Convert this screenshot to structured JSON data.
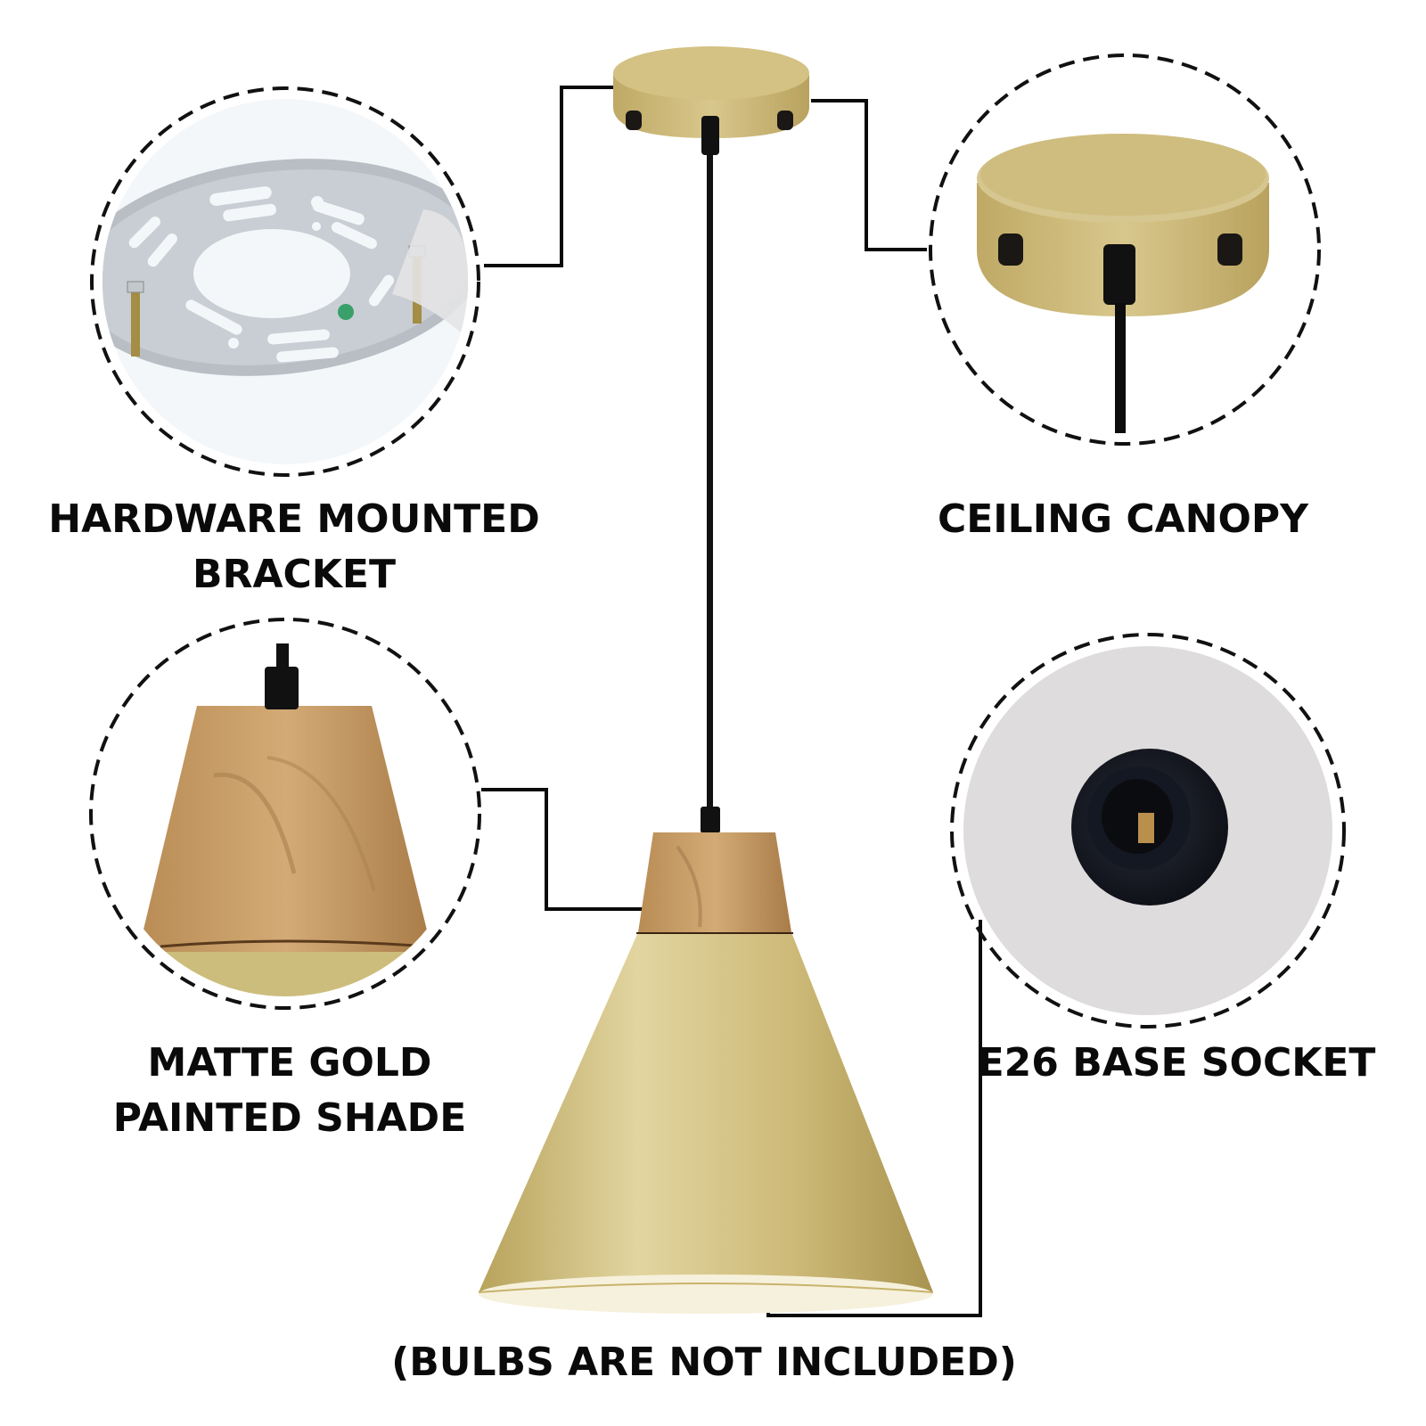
{
  "callouts": {
    "bracket": {
      "line1": "HARDWARE MOUNTED",
      "line2": "BRACKET",
      "icon": "mounting-bracket-photo"
    },
    "canopy": {
      "line1": "CEILING CANOPY",
      "icon": "ceiling-canopy-photo"
    },
    "shade": {
      "line1": "MATTE GOLD",
      "line2": "PAINTED SHADE",
      "icon": "wood-shade-top-photo"
    },
    "socket": {
      "line1": "E26 BASE SOCKET",
      "icon": "e26-socket-photo"
    }
  },
  "footer": {
    "note": "(BULBS ARE NOT INCLUDED)"
  },
  "colors": {
    "gold": "#c9b46e",
    "gold_light": "#e3d6a2",
    "gold_dark": "#a89350",
    "wood": "#c49a62",
    "wood_dark": "#9c7446",
    "socket_bg": "#dedcdc",
    "cord": "#111111",
    "line": "#0a0a0a"
  }
}
